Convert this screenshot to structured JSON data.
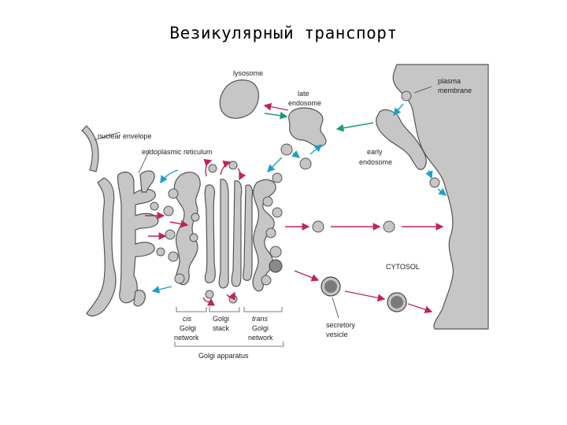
{
  "title": "Везикулярный транспорт",
  "labels": {
    "lysosome": "lysosome",
    "late_endosome": [
      "late",
      "endosome"
    ],
    "plasma_membrane": [
      "plasma",
      "membrane"
    ],
    "nuclear_envelope": "nuclear envelope",
    "endoplasmic_reticulum": "endoplasmic reticulum",
    "early_endosome": [
      "early",
      "endosome"
    ],
    "cytosol": "CYTOSOL",
    "secretory_vesicle": [
      "secretory",
      "vesicle"
    ],
    "cis_golgi_network": [
      "cis",
      "Golgi",
      "network"
    ],
    "golgi_stack": [
      "Golgi",
      "stack"
    ],
    "trans_golgi_network": [
      "trans",
      "Golgi",
      "network"
    ],
    "golgi_apparatus": "Golgi apparatus"
  },
  "colors": {
    "organelle_fill": "#c6c6c6",
    "organelle_stroke": "#555555",
    "secretory_arrow": "#c0245a",
    "retrieval_arrow": "#1a9fc8",
    "endocytic_arrow": "#1a9a7a",
    "membrane_fill": "#c8c8c8"
  }
}
